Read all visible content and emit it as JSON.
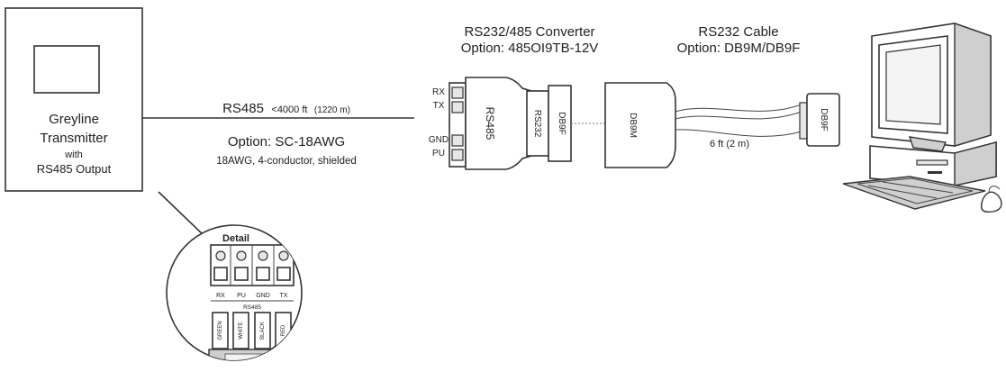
{
  "transmitter": {
    "line1": "Greyline",
    "line2": "Transmitter",
    "line3": "with",
    "line4": "RS485 Output"
  },
  "rs485_cable": {
    "main": "RS485",
    "length": "<4000 ft",
    "metric": "(1220 m)",
    "option": "Option: SC-18AWG",
    "spec": "18AWG, 4-conductor, shielded"
  },
  "terminals": {
    "rx": "RX",
    "tx": "TX",
    "gnd": "GND",
    "pu": "PU"
  },
  "converter": {
    "title": "RS232/485 Converter",
    "option": "Option: 485OI9TB-12V",
    "side_rs485": "RS485",
    "side_rs232": "RS232",
    "side_db9f": "DB9F"
  },
  "rs232_cable": {
    "title": "RS232 Cable",
    "option": "Option: DB9M/DB9F",
    "db9m": "DB9M",
    "db9f": "DB9F",
    "length": "6 ft (2 m)"
  },
  "detail": {
    "title": "Detail",
    "terminal_labels": [
      "RX",
      "PU",
      "GND",
      "TX"
    ],
    "group_label": "RS485",
    "wire_labels": [
      "GREEN",
      "WHITE",
      "BLACK",
      "RED"
    ]
  }
}
